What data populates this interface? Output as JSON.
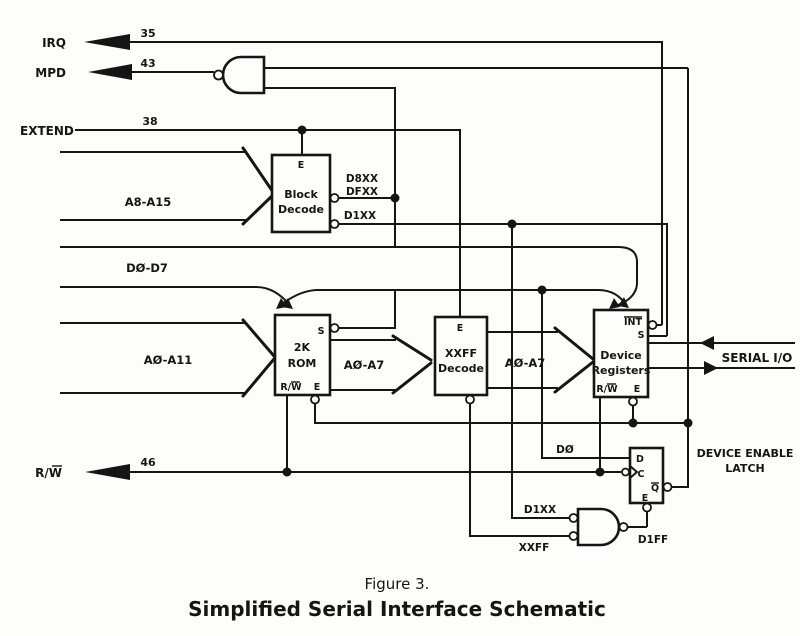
{
  "diagram": {
    "signals": {
      "irq": "IRQ",
      "mpd": "MPD",
      "extend": "EXTEND",
      "rw": "R/W",
      "serial_io": "SERIAL I/O"
    },
    "line_numbers": {
      "irq": "35",
      "mpd": "43",
      "extend": "38",
      "rw": "46"
    },
    "buses": {
      "a8_a15": "A8-A15",
      "d0_d7": "DØ-D7",
      "a0_a11": "AØ-A11",
      "a0_a7_rom_out": "AØ-A7",
      "a0_a7_xxff_out": "AØ-A7"
    },
    "block_decode": {
      "enable": "E",
      "name1": "Block",
      "name2": "Decode",
      "out_d8xx": "D8XX",
      "out_dfxx": "DFXX",
      "out_d1xx": "D1XX"
    },
    "rom": {
      "select": "S",
      "name1": "2K",
      "name2": "ROM",
      "rw": "R/W",
      "enable": "E"
    },
    "xxff_decode": {
      "enable": "E",
      "name1": "XXFF",
      "name2": "Decode"
    },
    "device_registers": {
      "int": "INT",
      "select": "S",
      "name1": "Device",
      "name2": "Registers",
      "rw": "R/W",
      "enable": "E"
    },
    "latch": {
      "d": "D",
      "c": "C",
      "q": "Q",
      "e": "E",
      "caption1": "DEVICE ENABLE",
      "caption2": "LATCH"
    },
    "nets": {
      "d0": "DØ",
      "d1xx": "D1XX",
      "xxff": "XXFF",
      "d1ff": "D1FF"
    }
  },
  "caption": {
    "figure": "Figure 3.",
    "title": "Simplified Serial Interface Schematic"
  }
}
